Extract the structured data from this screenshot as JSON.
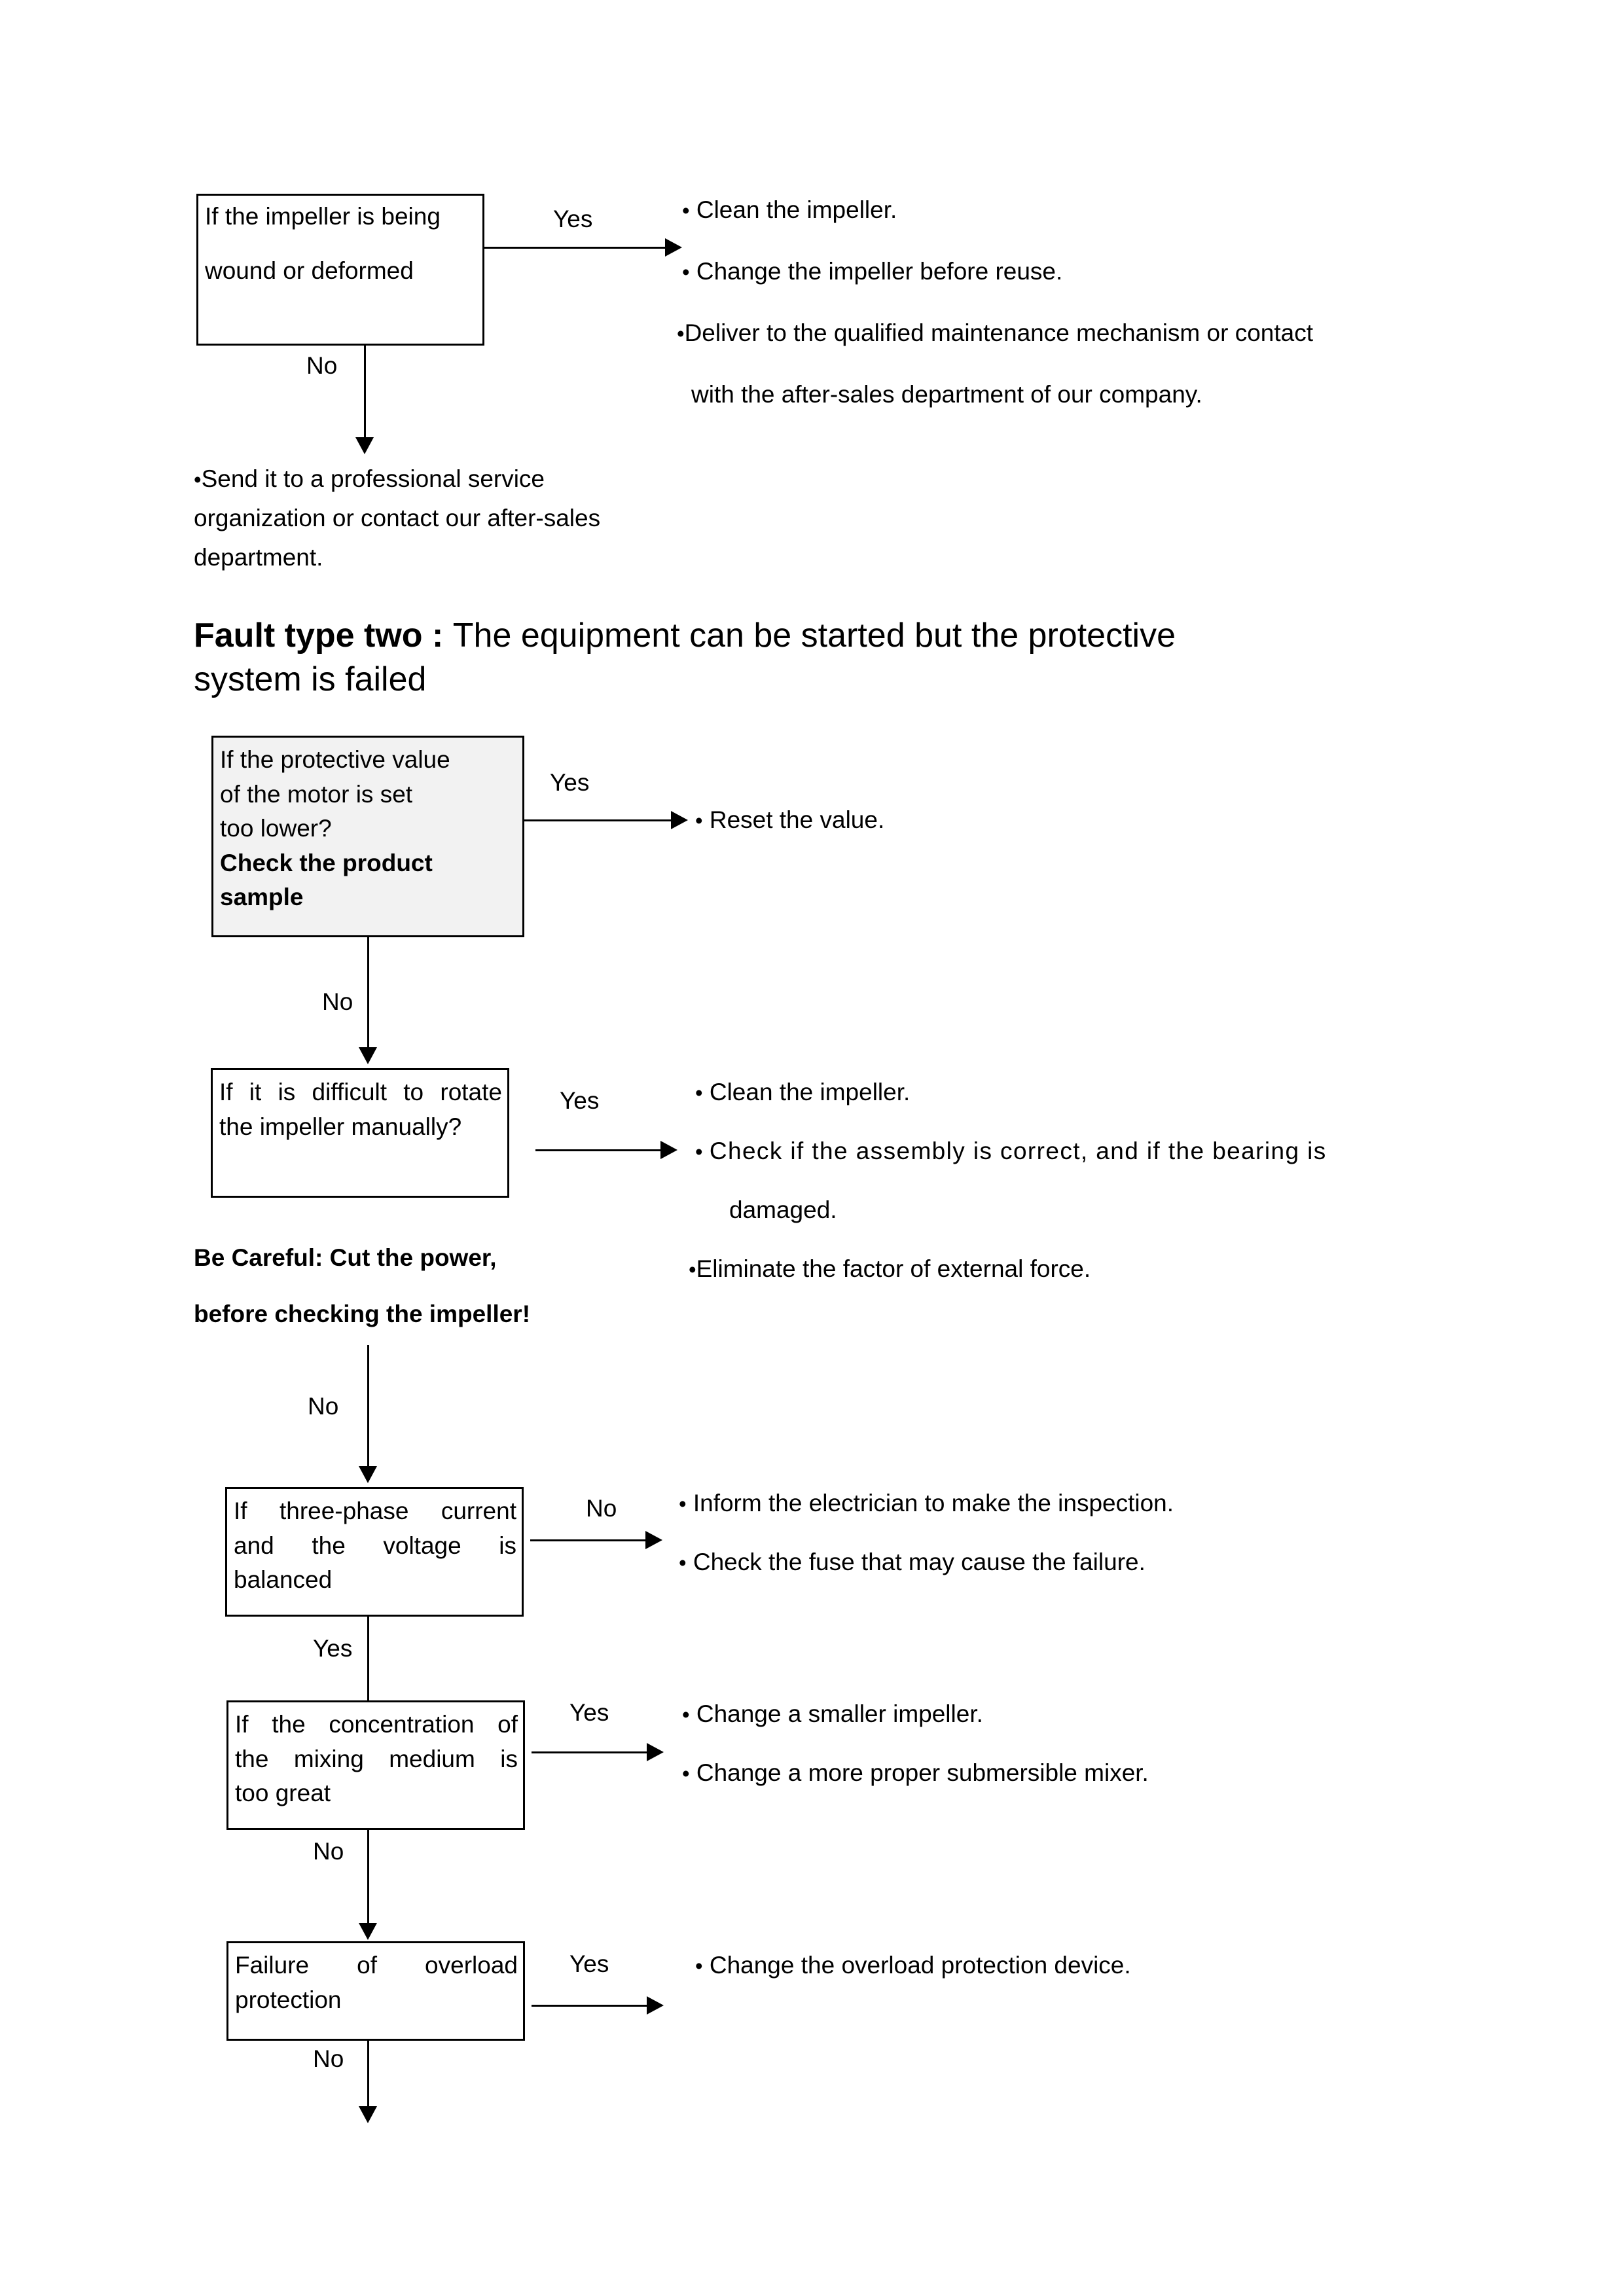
{
  "document": {
    "section_one": {
      "box": {
        "line1": "If the impeller is being",
        "line2": "wound or deformed"
      },
      "yes_label": "Yes",
      "no_label": "No",
      "yes_actions": {
        "bullet1": "Clean the impeller.",
        "bullet2": "Change the impeller before reuse.",
        "bullet3": "Deliver to the qualified maintenance mechanism or contact",
        "bullet3_cont": "with    the after-sales department of our company."
      },
      "no_action": {
        "line1": "Send it to a professional service",
        "line2": "organization or contact our after-sales",
        "line3": "department."
      }
    },
    "heading": {
      "bold_part": "Fault type two : ",
      "rest_line1": "The equipment can be started but the protective",
      "rest_line2": "system is failed"
    },
    "section_two": {
      "step1": {
        "box": {
          "line1": "If the protective value",
          "line2": "of the motor is set",
          "line3": "too lower?",
          "line4_bold": "Check the product",
          "line5_bold": "sample"
        },
        "yes_label": "Yes",
        "no_label": "No",
        "yes_actions": [
          "Reset the value."
        ]
      },
      "step2": {
        "box": {
          "line1": "If it is difficult to rotate",
          "line2": "the impeller manually?"
        },
        "yes_label": "Yes",
        "no_label": "No",
        "yes_actions": {
          "bullet1": "Clean the impeller.",
          "bullet2": "Check if the assembly is correct, and if the bearing is",
          "bullet2_cont": "damaged.",
          "bullet3": "Eliminate the factor of external force."
        },
        "warning": {
          "line1": "Be Careful: Cut the power,",
          "line2": "before checking the impeller!"
        }
      },
      "step3": {
        "box": {
          "line1": "If three-phase current",
          "line2": "and the voltage is",
          "line3": "balanced"
        },
        "no_label_right": "No",
        "yes_label_down": "Yes",
        "no_actions": {
          "bullet1": "Inform the electrician to make the inspection.",
          "bullet2": "Check the fuse that may cause the failure."
        }
      },
      "step4": {
        "box": {
          "line1": "If the concentration of",
          "line2": "the mixing medium is",
          "line3": "too great"
        },
        "yes_label": "Yes",
        "no_label": "No",
        "yes_actions": {
          "bullet1": "Change a smaller impeller.",
          "bullet2": "Change a more proper submersible mixer."
        }
      },
      "step5": {
        "box": {
          "line1": "Failure of overload",
          "line2": "protection"
        },
        "yes_label": "Yes",
        "no_label": "No",
        "yes_actions": {
          "bullet1": "Change the overload protection device."
        }
      }
    },
    "glyphs": {
      "bullet": "•",
      "small_bullet": "•"
    }
  }
}
